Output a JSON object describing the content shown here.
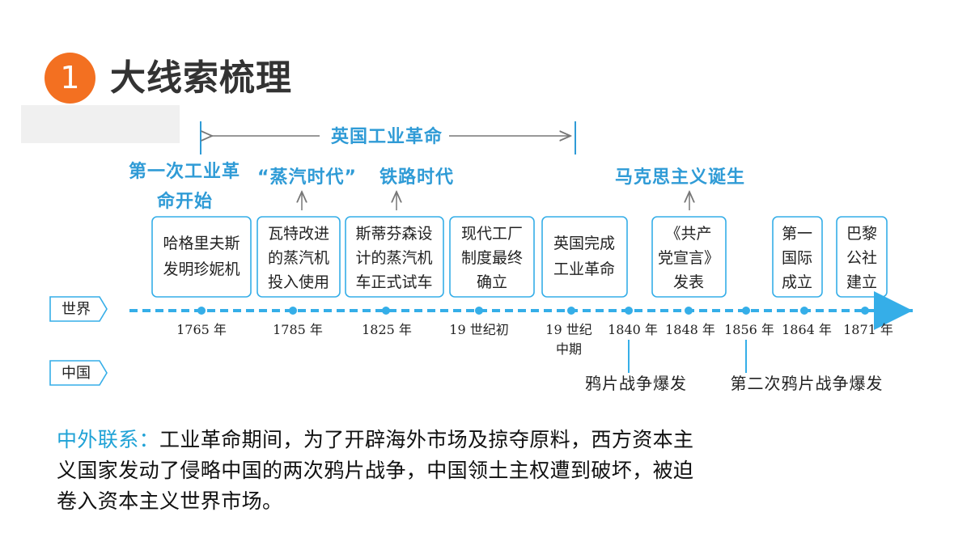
{
  "header": {
    "badge": "1",
    "title": "大线索梳理"
  },
  "top_labels": {
    "british_revolution": "英国工业革命",
    "first_revolution": "第一次工业革命开始",
    "steam_age": "“蒸汽时代”",
    "railway_age": "铁路时代",
    "marxism_birth": "马克思主义诞生"
  },
  "tracks": {
    "world": "世界",
    "china": "中国"
  },
  "events": [
    {
      "text": "哈格里夫斯发明珍妮机",
      "lines": [
        "哈格里夫斯",
        "发明珍妮机"
      ],
      "year": "1765 年"
    },
    {
      "text": "瓦特改进的蒸汽机投入使用",
      "lines": [
        "瓦特改进",
        "的蒸汽机",
        "投入使用"
      ],
      "year": "1785 年"
    },
    {
      "text": "斯蒂芬森设计的蒸汽机车正式试车",
      "lines": [
        "斯蒂芬森设",
        "计的蒸汽机",
        "车正式试车"
      ],
      "year": "1825 年"
    },
    {
      "text": "现代工厂制度最终确立",
      "lines": [
        "现代工厂",
        "制度最终",
        "确立"
      ],
      "year": "19 世纪初"
    },
    {
      "text": "英国完成工业革命",
      "lines": [
        "英国完成",
        "工业革命"
      ],
      "year": "19 世纪中期",
      "year_lines": [
        "19 世纪",
        "中期"
      ]
    },
    {
      "text": "《共产党宣言》发表",
      "lines": [
        "《共产",
        "党宣言》",
        "发表"
      ],
      "year": "1848 年"
    },
    {
      "text": "第一国际成立",
      "lines": [
        "第一",
        "国际",
        "成立"
      ],
      "year": "1864 年"
    },
    {
      "text": "巴黎公社建立",
      "lines": [
        "巴黎",
        "公社",
        "建立"
      ],
      "year": "1871 年"
    }
  ],
  "china_events": [
    {
      "year": "1840 年",
      "event": "鸦片战争爆发"
    },
    {
      "year": "1856 年",
      "event": "第二次鸦片战争爆发"
    }
  ],
  "summary": {
    "label": "中外联系：",
    "body": "工业革命期间，为了开辟海外市场及掠夺原料，西方资本主义国家发动了侵略中国的两次鸦片战争，中国领土主权遭到破坏，被迫卷入资本主义世界市场。",
    "lines": [
      "工业革命期间，为了开辟海外市场及掠夺原料，西方资本主",
      "义国家发动了侵略中国的两次鸦片战争，中国领土主权遭到破坏，被迫",
      "卷入资本主义世界市场。"
    ]
  },
  "colors": {
    "accent": "#2f9bd6",
    "timeline": "#35aee8",
    "badge": "#f37021",
    "title": "#333333",
    "summary_label": "#1fa2d6"
  }
}
